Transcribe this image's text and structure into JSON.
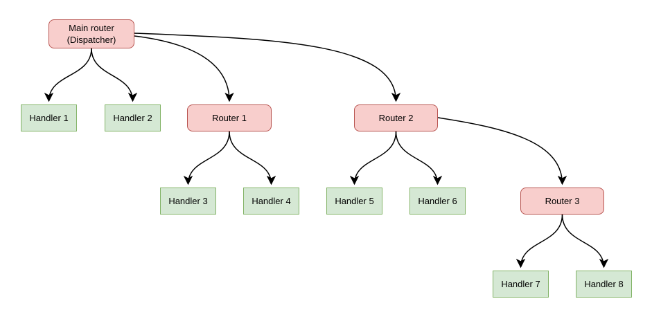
{
  "diagram": {
    "kind": "routing-tree",
    "nodes": {
      "main": {
        "label": "Main router\n(Dispatcher)",
        "type": "router"
      },
      "handler1": {
        "label": "Handler 1",
        "type": "handler"
      },
      "handler2": {
        "label": "Handler 2",
        "type": "handler"
      },
      "router1": {
        "label": "Router 1",
        "type": "router"
      },
      "router2": {
        "label": "Router 2",
        "type": "router"
      },
      "handler3": {
        "label": "Handler 3",
        "type": "handler"
      },
      "handler4": {
        "label": "Handler 4",
        "type": "handler"
      },
      "handler5": {
        "label": "Handler 5",
        "type": "handler"
      },
      "handler6": {
        "label": "Handler 6",
        "type": "handler"
      },
      "router3": {
        "label": "Router 3",
        "type": "router"
      },
      "handler7": {
        "label": "Handler 7",
        "type": "handler"
      },
      "handler8": {
        "label": "Handler 8",
        "type": "handler"
      }
    },
    "edges": [
      {
        "from": "main",
        "to": "handler1"
      },
      {
        "from": "main",
        "to": "handler2"
      },
      {
        "from": "main",
        "to": "router1"
      },
      {
        "from": "main",
        "to": "router2"
      },
      {
        "from": "router1",
        "to": "handler3"
      },
      {
        "from": "router1",
        "to": "handler4"
      },
      {
        "from": "router2",
        "to": "handler5"
      },
      {
        "from": "router2",
        "to": "handler6"
      },
      {
        "from": "router2",
        "to": "router3"
      },
      {
        "from": "router3",
        "to": "handler7"
      },
      {
        "from": "router3",
        "to": "handler8"
      }
    ],
    "colors": {
      "router_fill": "#f8cecc",
      "router_border": "#b85450",
      "handler_fill": "#d5e8d4",
      "handler_border": "#82b366",
      "edge": "#000000",
      "background": "#ffffff"
    }
  }
}
